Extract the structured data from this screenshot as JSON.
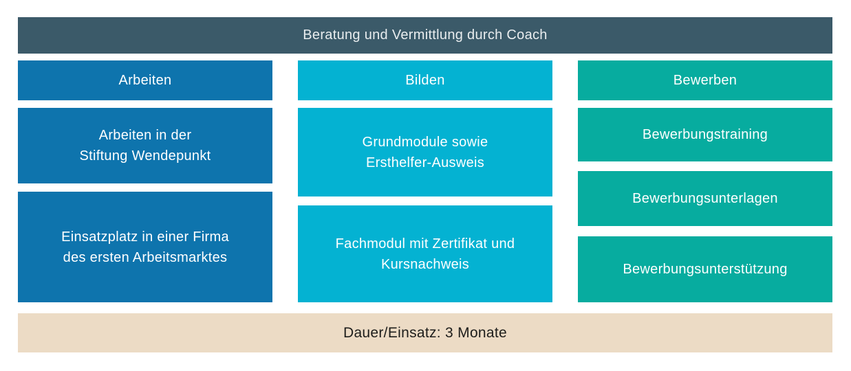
{
  "title_bar": {
    "label": "Beratung und Vermittlung durch Coach"
  },
  "columns": [
    {
      "header": "Arbeiten",
      "boxes": [
        {
          "line1": "Arbeiten in der",
          "line2": "Stiftung Wendepunkt"
        },
        {
          "line1": "Einsatzplatz in einer Firma",
          "line2": "des ersten Arbeitsmarktes"
        }
      ]
    },
    {
      "header": "Bilden",
      "boxes": [
        {
          "line1": "Grundmodule sowie",
          "line2": "Ersthelfer-Ausweis"
        },
        {
          "line1": "Fachmodul mit Zertifikat und",
          "line2": "Kursnachweis"
        }
      ]
    },
    {
      "header": "Bewerben",
      "boxes": [
        {
          "line1": "Bewerbungstraining"
        },
        {
          "line1": "Bewerbungsunterlagen"
        },
        {
          "line1": "Bewerbungsunterstützung"
        }
      ]
    }
  ],
  "footer_bar": {
    "label": "Dauer/Einsatz: 3 Monate"
  },
  "colors": {
    "banner_bg": "#3b5a69",
    "arbeiten_bg": "#0e74ad",
    "bilden_bg": "#04b2d2",
    "bewerben_bg": "#07ac9f",
    "footer_bg": "#ecdbc5",
    "text_light": "#ffffff",
    "text_dark": "#1d1d1b"
  }
}
